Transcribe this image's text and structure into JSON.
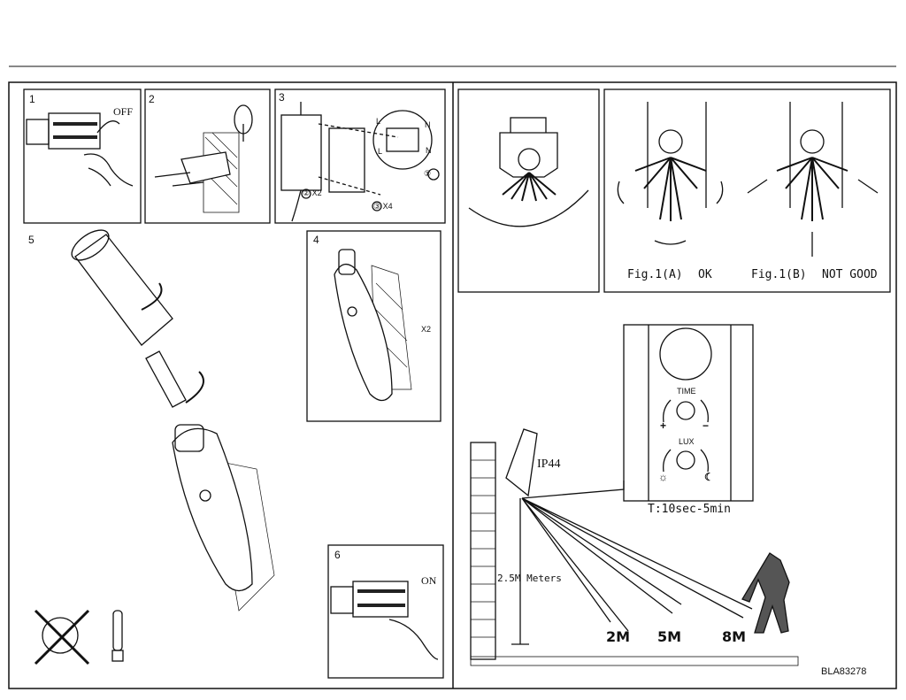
{
  "left": {
    "steps": [
      {
        "number": "1",
        "label": "OFF"
      },
      {
        "number": "2"
      },
      {
        "number": "3",
        "wire_labels": [
          "L",
          "N",
          "L",
          "N"
        ],
        "callouts": [
          "①",
          "② X2",
          "③ X4"
        ]
      },
      {
        "number": "4",
        "callout": "X2"
      },
      {
        "number": "5"
      },
      {
        "number": "6",
        "label": "ON"
      }
    ]
  },
  "right": {
    "fig_a": {
      "label": "Fig.1(A)",
      "verdict": "OK"
    },
    "fig_b": {
      "label": "Fig.1(B)",
      "verdict": "NOT GOOD"
    },
    "controls": {
      "time_label": "TIME",
      "time_plus": "+",
      "time_minus": "−",
      "lux_label": "LUX",
      "sun": "☼",
      "moon": "☾",
      "range": "T:10sec-5min"
    },
    "rating": "IP44",
    "height_label": "2.5M Meters",
    "distances": [
      "2M",
      "5M",
      "8M"
    ],
    "model_code": "BLA83278"
  }
}
